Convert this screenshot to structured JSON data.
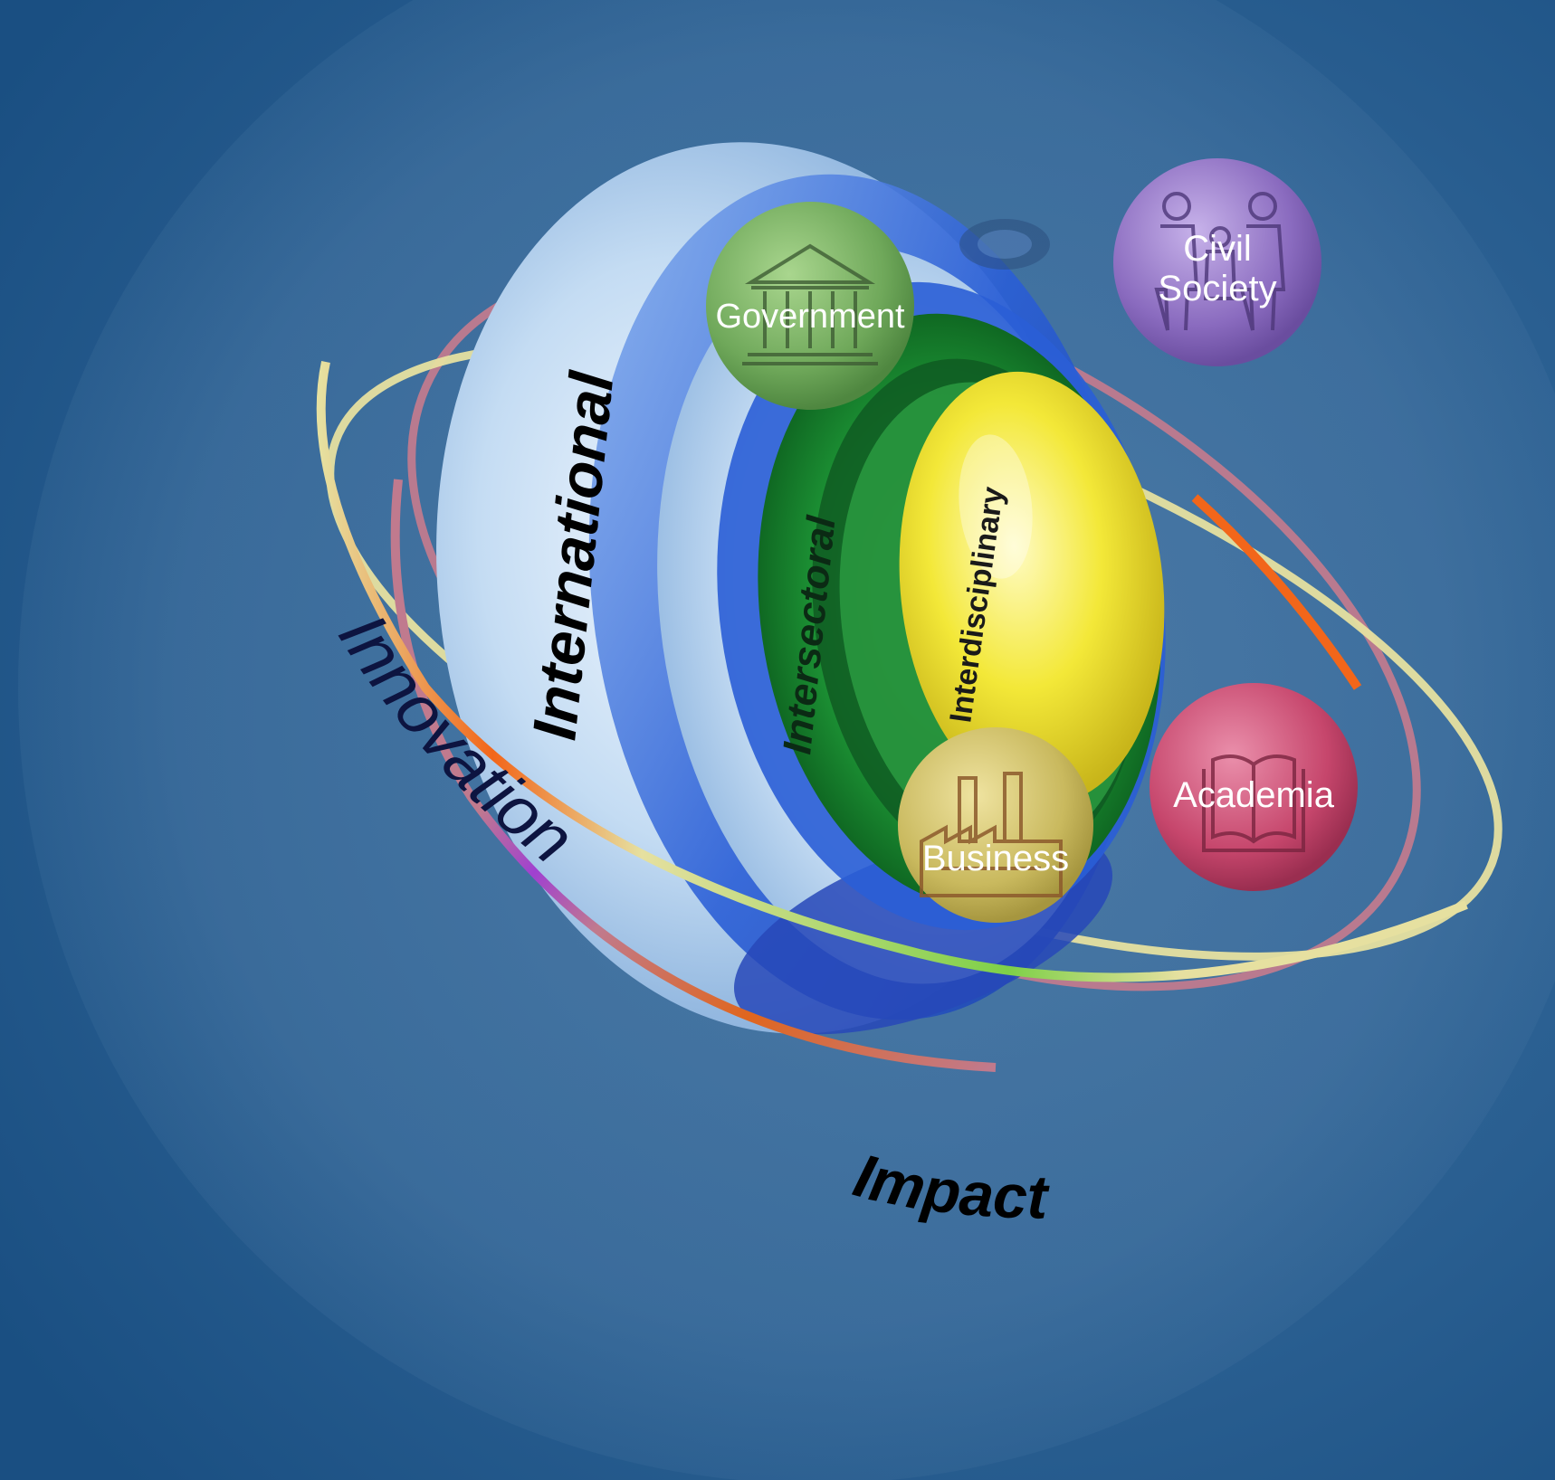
{
  "diagram": {
    "rings": {
      "international": "International",
      "intersectoral": "Intersectoral",
      "interdisciplinary": "Interdisciplinary"
    },
    "orbits": {
      "innovation": "Innovation",
      "impact": "Impact"
    },
    "sectors": {
      "government": {
        "label": "Government",
        "icon": "government-building-icon",
        "color": "#6fa85a"
      },
      "civil_society": {
        "label_line1": "Civil",
        "label_line2": "Society",
        "icon": "people-icon",
        "color": "#8a6bbf"
      },
      "academia": {
        "label": "Academia",
        "icon": "open-book-icon",
        "color": "#c6466c"
      },
      "business": {
        "label": "Business",
        "icon": "factory-icon",
        "color": "#c9b95e"
      }
    },
    "colors": {
      "background": "#1d5486",
      "outer_sphere": "#bcd6f0",
      "ring_blue": "#2a5ed6",
      "ring_green": "#1f9a38",
      "core_yellow": "#f3e838",
      "orbit_pink": "#c07a8e",
      "orbit_cream": "#e6e0a0",
      "orbit_orange": "#f2661a",
      "orbit_purple": "#9c3bd8"
    }
  }
}
